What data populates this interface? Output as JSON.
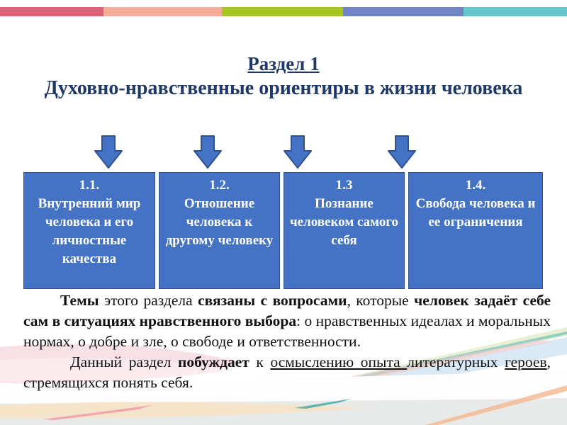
{
  "slide": {
    "stripe_colors": [
      "#E05F78",
      "#F5AC9A",
      "#A6C71F",
      "#7384C5",
      "#64C5CD"
    ],
    "accent": {
      "title_color": "#1F3864",
      "box_fill": "#4472C4",
      "box_border": "#2F528F",
      "arrow_fill": "#4472C4",
      "arrow_border": "#2F528F"
    }
  },
  "header": {
    "title": "Раздел 1",
    "subtitle": "Духовно-нравственные ориентиры в жизни человека"
  },
  "boxes": [
    {
      "number": "1.1.",
      "text": "Внутренний мир человека и его личностные качества"
    },
    {
      "number": "1.2.",
      "text": "Отношение человека к другому человеку"
    },
    {
      "number": "1.3",
      "text": "Познание человеком самого себя"
    },
    {
      "number": "1.4.",
      "text": "Свобода человека и ее ограничения"
    }
  ],
  "paragraphs": {
    "p1": [
      {
        "t": "Темы",
        "b": true
      },
      {
        "t": " этого раздела "
      },
      {
        "t": "связаны с вопросами",
        "b": true
      },
      {
        "t": ", которые "
      },
      {
        "t": "человек задаёт себе сам в  ситуациях нравственного выбора",
        "b": true
      },
      {
        "t": ": о нравственных идеалах и моральных нормах, о добре и зле, о свободе и ответственности."
      }
    ],
    "p2": [
      {
        "t": "Данный раздел "
      },
      {
        "t": "побуждает",
        "b": true
      },
      {
        "t": " к "
      },
      {
        "t": "осмыслению опыта ",
        "u": true
      },
      {
        "t": "литературных "
      },
      {
        "t": "героев",
        "u": true
      },
      {
        "t": ", стремящихся понять себя."
      }
    ]
  }
}
